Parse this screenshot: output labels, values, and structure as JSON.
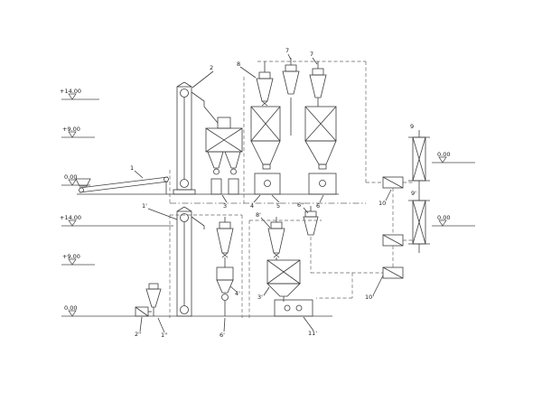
{
  "diagram": {
    "type": "process-flow-schematic",
    "description": "Feed mill / pelleting plant process flow diagram with bucket elevators, cyclones, bins, aspiration ducts and pellet press"
  },
  "elevations": {
    "top_14": "+14.00",
    "top_9": "+9.00",
    "top_0": "0.00",
    "mid_14": "+14.00",
    "mid_9": "+9.00",
    "bottom_0": "0.00",
    "right_top_0": "0.00",
    "right_bottom_0": "0.00"
  },
  "labels": {
    "conveyor": "1",
    "elevator_top": "2",
    "cleaner": "3",
    "bin_a": "4",
    "bin_b": "5",
    "mixer": "6",
    "cyclone_mid": "7",
    "cyclone_right": "7",
    "cyclone_left": "8",
    "vessel_a": "9",
    "vessel_b": "9'",
    "fan_a": "10",
    "fan_b": "10'",
    "elevator_bottom": "1'",
    "unit_2pp": "2''",
    "unit_1pp": "1''",
    "cyclone_line2": "4'",
    "outlet_line2": "6'",
    "cyclone_pellet": "8'",
    "cyclone_aux": "6''",
    "bin_pellet": "3'",
    "press": "11'"
  }
}
